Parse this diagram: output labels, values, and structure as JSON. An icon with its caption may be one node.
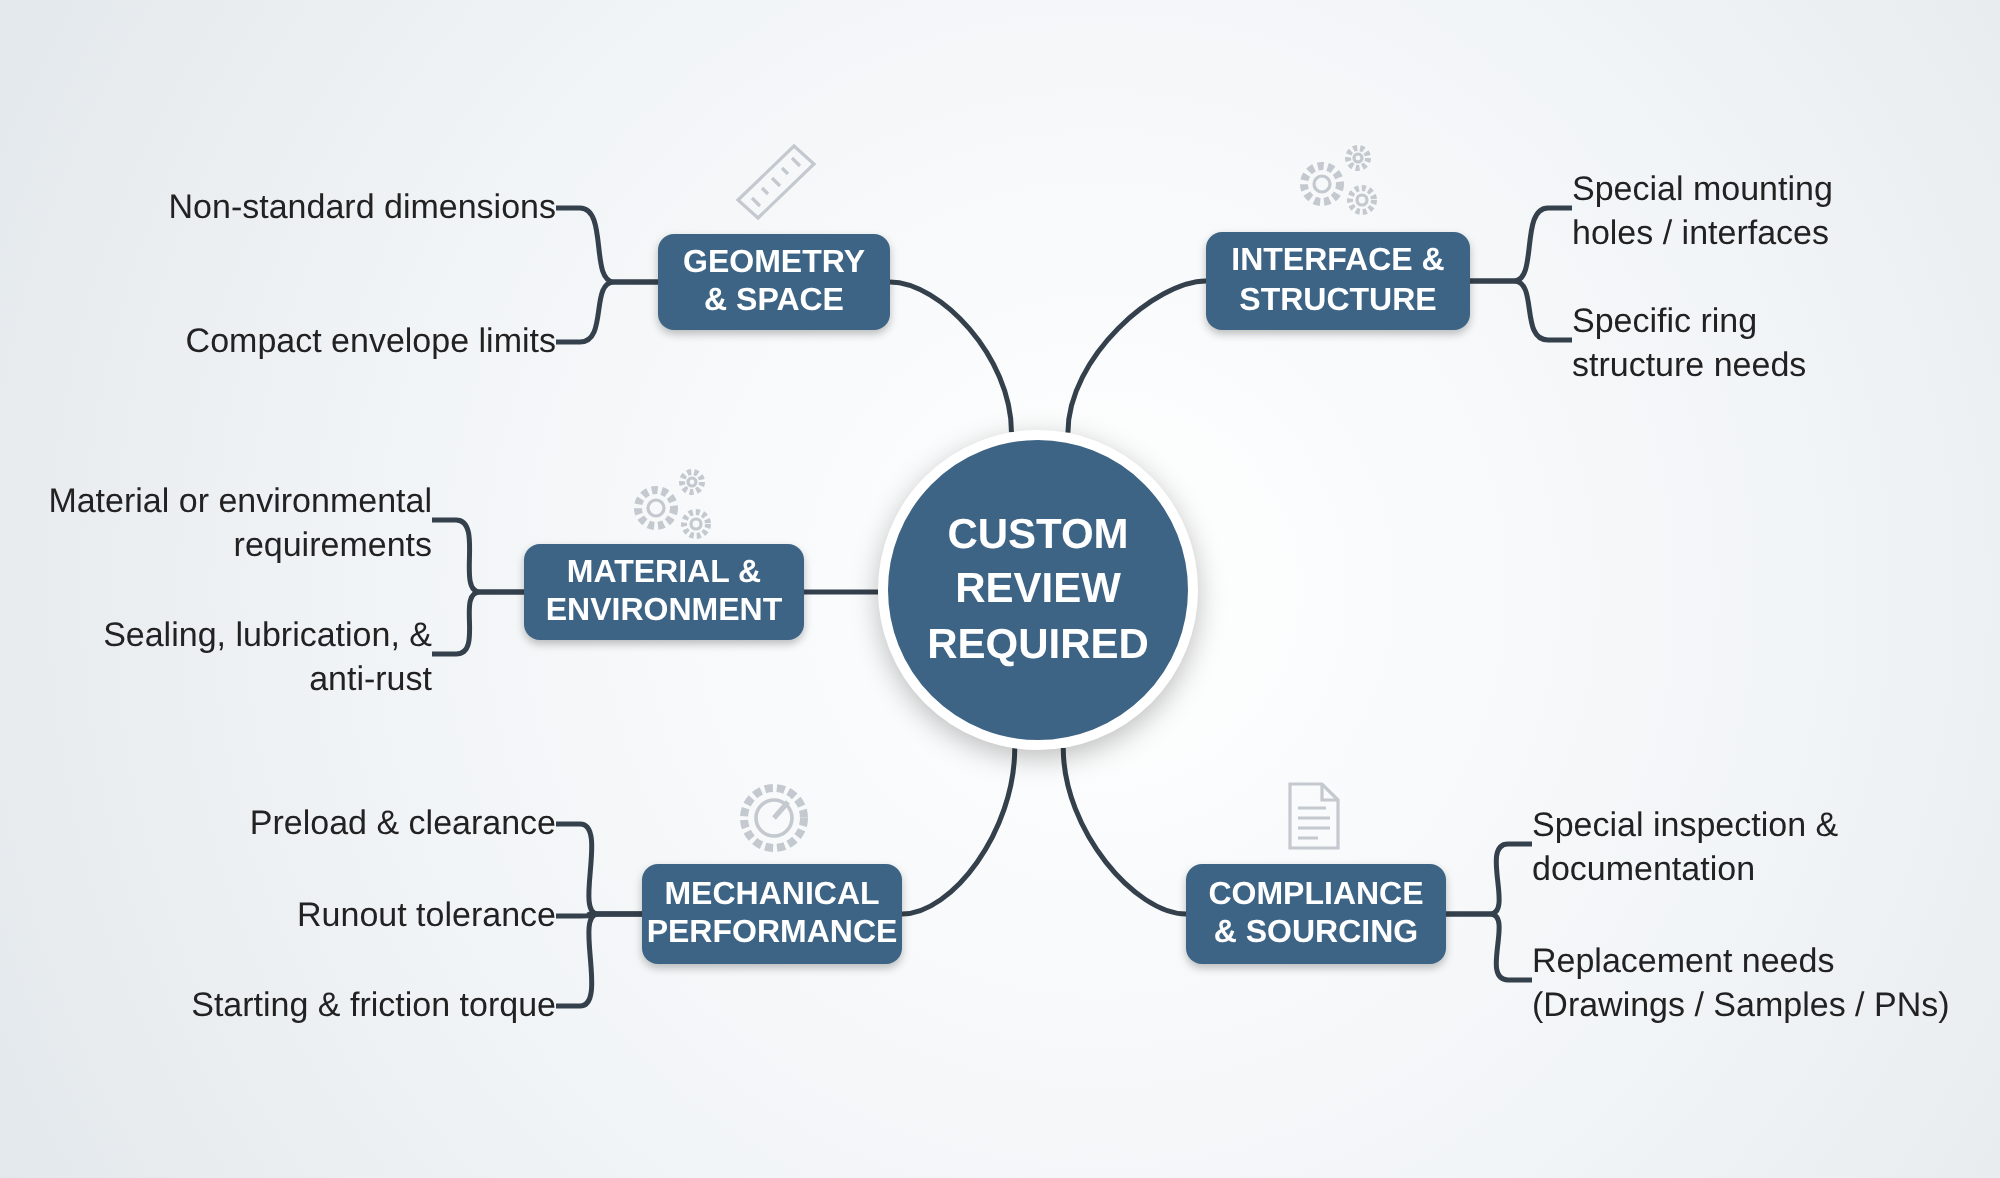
{
  "diagram": {
    "nodes": [
      {
        "text": [
          "CUSTOM REVIEW REQUIRED"
        ]
      },
      {
        "text": [
          "GEOMETRY & SPACE"
        ]
      },
      {
        "text": [
          "Non-standard dimensions"
        ]
      },
      {
        "text": [
          "Compact envelope limits"
        ]
      },
      {
        "text": [
          "INTERFACE & STRUCTURE"
        ]
      },
      {
        "text": [
          "Special mounting holes / interfaces"
        ]
      },
      {
        "text": [
          "Specific ring structure needs"
        ]
      },
      {
        "text": [
          "MATERIAL & ENVIRONMENT"
        ]
      },
      {
        "text": [
          "Material or environmental requirements"
        ]
      },
      {
        "text": [
          "Sealing, lubrication, & anti-rust"
        ]
      },
      {
        "text": [
          "MECHANICAL PERFORMANCE"
        ]
      },
      {
        "text": [
          "Preload & clearance"
        ]
      },
      {
        "text": [
          "Runout tolerance"
        ]
      },
      {
        "text": [
          "Starting & friction torque"
        ]
      },
      {
        "text": [
          "COMPLIANCE & SOURCING"
        ]
      },
      {
        "text": [
          "Special inspection & documentation"
        ]
      },
      {
        "text": [
          "Replacement needs (Drawings / Samples / PNs)"
        ]
      }
    ],
    "edges": [
      {
        "from": 0,
        "to": 1,
        "arrow": "none"
      },
      {
        "from": 0,
        "to": 4,
        "arrow": "none"
      },
      {
        "from": 0,
        "to": 7,
        "arrow": "none"
      },
      {
        "from": 0,
        "to": 10,
        "arrow": "none"
      },
      {
        "from": 0,
        "to": 14,
        "arrow": "none"
      },
      {
        "from": 1,
        "to": 2,
        "arrow": "none"
      },
      {
        "from": 1,
        "to": 3,
        "arrow": "none"
      },
      {
        "from": 4,
        "to": 5,
        "arrow": "none"
      },
      {
        "from": 4,
        "to": 6,
        "arrow": "none"
      },
      {
        "from": 7,
        "to": 8,
        "arrow": "none"
      },
      {
        "from": 7,
        "to": 9,
        "arrow": "none"
      },
      {
        "from": 10,
        "to": 11,
        "arrow": "none"
      },
      {
        "from": 10,
        "to": 12,
        "arrow": "none"
      },
      {
        "from": 10,
        "to": 13,
        "arrow": "none"
      },
      {
        "from": 14,
        "to": 15,
        "arrow": "none"
      },
      {
        "from": 14,
        "to": 16,
        "arrow": "none"
      }
    ]
  }
}
